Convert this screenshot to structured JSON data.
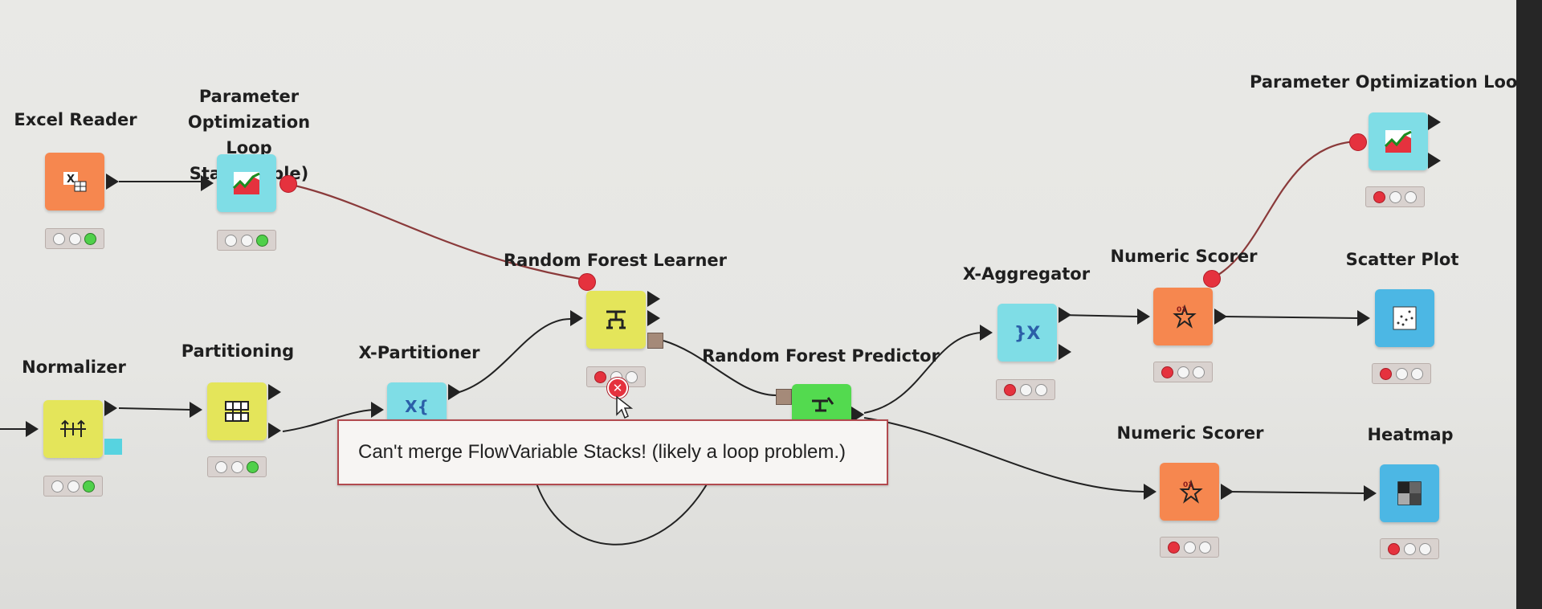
{
  "nodes": {
    "excel_reader": {
      "label": "Excel Reader",
      "lights": [
        "off",
        "off",
        "green"
      ]
    },
    "param_opt_start": {
      "label": "Parameter Optimization Loop\nStart (Table)",
      "lights": [
        "off",
        "off",
        "green"
      ]
    },
    "normalizer": {
      "label": "Normalizer",
      "lights": [
        "off",
        "off",
        "green"
      ]
    },
    "partitioning": {
      "label": "Partitioning",
      "lights": [
        "off",
        "off",
        "green"
      ]
    },
    "x_partitioner": {
      "label": "X-Partitioner"
    },
    "rf_learner": {
      "label": "Random Forest Learner",
      "lights": [
        "red",
        "off",
        "off"
      ]
    },
    "rf_predictor": {
      "label": "Random Forest Predictor"
    },
    "x_aggregator": {
      "label": "X-Aggregator",
      "lights": [
        "red",
        "off",
        "off"
      ]
    },
    "numeric_scorer_1": {
      "label": "Numeric Scorer",
      "lights": [
        "red",
        "off",
        "off"
      ]
    },
    "scatter_plot": {
      "label": "Scatter Plot",
      "lights": [
        "red",
        "off",
        "off"
      ]
    },
    "param_opt_end": {
      "label": "Parameter Optimization Loop E",
      "lights": [
        "red",
        "off",
        "off"
      ]
    },
    "numeric_scorer_2": {
      "label": "Numeric Scorer",
      "lights": [
        "red",
        "off",
        "off"
      ]
    },
    "heatmap": {
      "label": "Heatmap",
      "lights": [
        "red",
        "off",
        "off"
      ]
    }
  },
  "tooltip": {
    "text": "Can't merge FlowVariable Stacks! (likely a loop problem.)"
  },
  "error_badge": {
    "symbol": "✕"
  },
  "colors": {
    "io_orange": "#f6874f",
    "loop_cyan": "#7fdde6",
    "manipulator_yellow": "#e4e55a",
    "predictor_green": "#53da4f",
    "view_blue": "#4cb7e4",
    "error_red": "#e5323e",
    "wire": "#222222",
    "flow_wire": "#8a3a3a"
  }
}
